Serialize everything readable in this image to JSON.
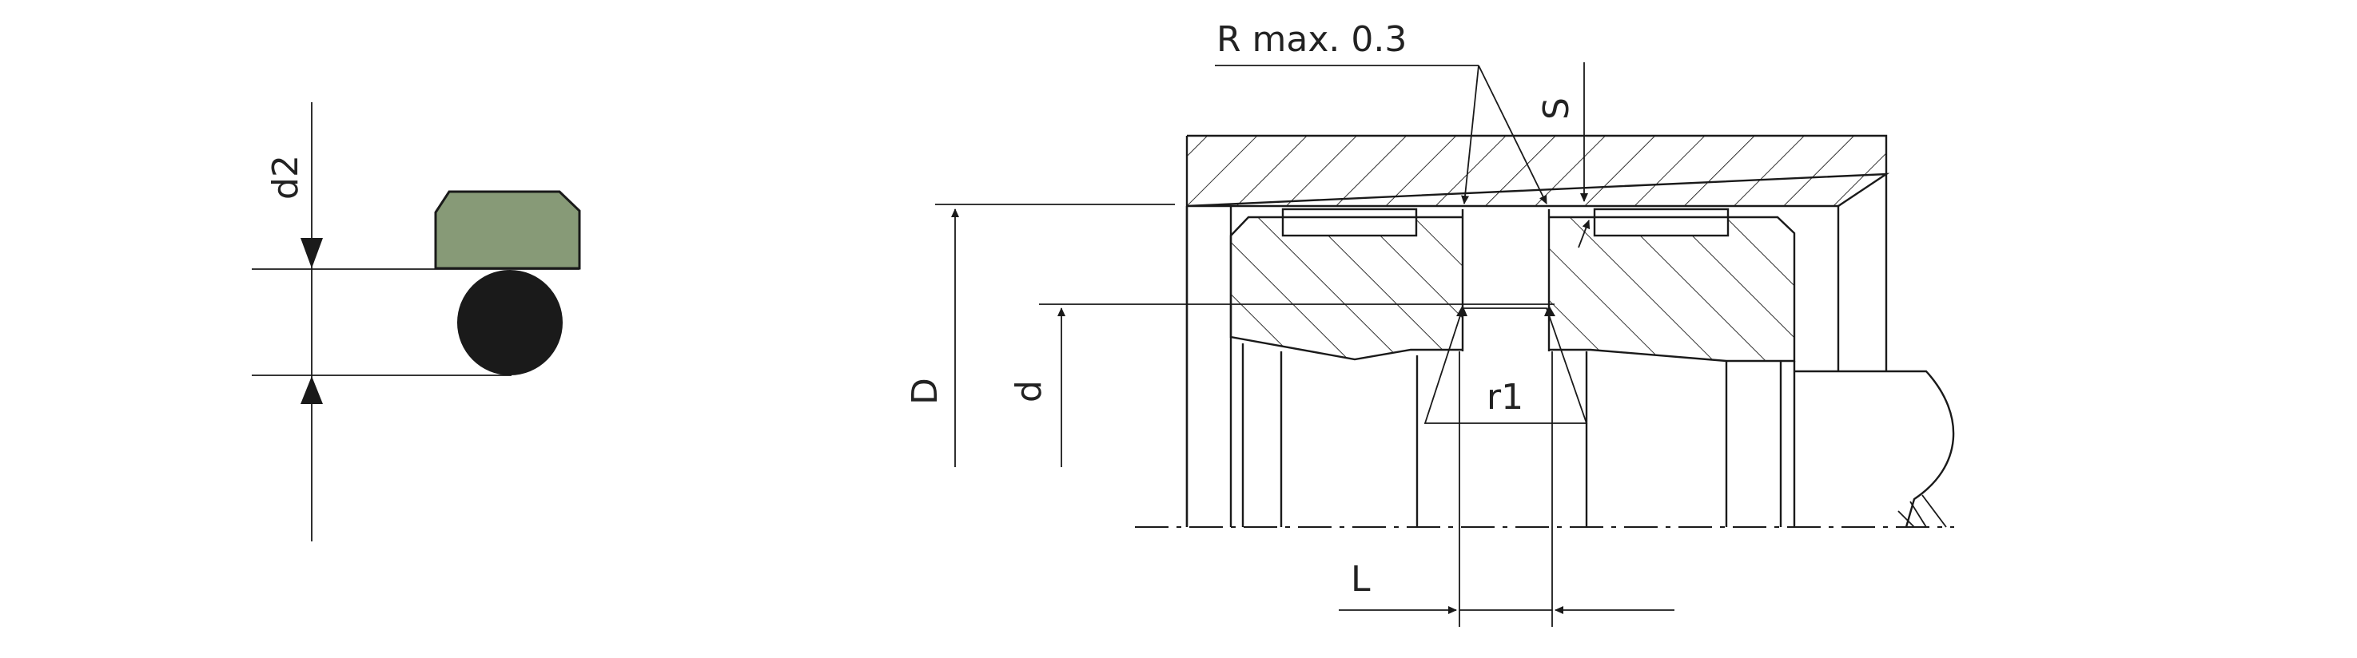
{
  "labels": {
    "d2": "d2",
    "r_max": "R max. 0.3",
    "s": "S",
    "D": "D",
    "d": "d",
    "r1": "r1",
    "L": "L"
  },
  "colors": {
    "profile_ring": "#879a77",
    "o_ring": "#1a1a1a",
    "line": "#1a1a1a",
    "background": "#ffffff"
  }
}
